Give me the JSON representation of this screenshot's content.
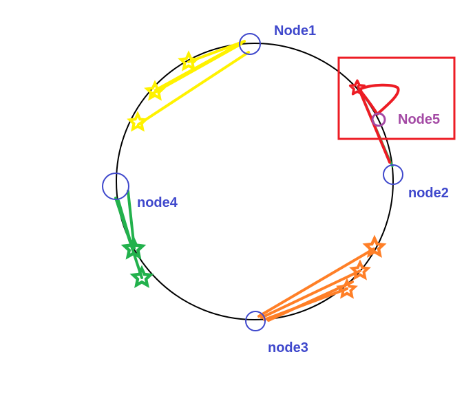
{
  "colors": {
    "ring": "#000000",
    "node_circle": "#3f48cc",
    "node_label": "#3f48cc",
    "new_node": "#a349a4",
    "highlight_box": "#ed1c24",
    "red": "#ed1c24",
    "green": "#22b14c",
    "yellow": "#fff200",
    "orange": "#ff7f27"
  },
  "nodes": [
    {
      "id": "node1",
      "label": "Node1"
    },
    {
      "id": "node2",
      "label": "node2"
    },
    {
      "id": "node3",
      "label": "node3"
    },
    {
      "id": "node4",
      "label": "node4"
    },
    {
      "id": "node5",
      "label": "Node5"
    }
  ],
  "icons": [
    "star-icon"
  ]
}
